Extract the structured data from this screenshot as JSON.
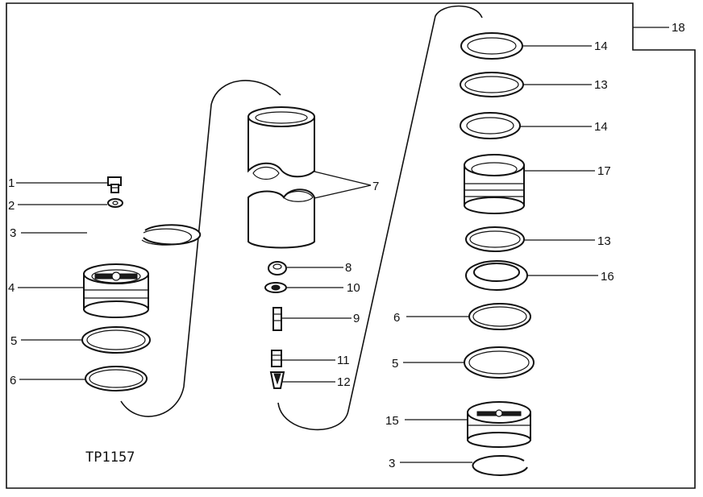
{
  "diagram": {
    "reference_code": "TP1157",
    "callouts": [
      {
        "id": "c1",
        "label": "1"
      },
      {
        "id": "c2",
        "label": "2"
      },
      {
        "id": "c3a",
        "label": "3"
      },
      {
        "id": "c4",
        "label": "4"
      },
      {
        "id": "c5a",
        "label": "5"
      },
      {
        "id": "c6a",
        "label": "6"
      },
      {
        "id": "c7",
        "label": "7"
      },
      {
        "id": "c8",
        "label": "8"
      },
      {
        "id": "c10",
        "label": "10"
      },
      {
        "id": "c9",
        "label": "9"
      },
      {
        "id": "c11",
        "label": "11"
      },
      {
        "id": "c12",
        "label": "12"
      },
      {
        "id": "c18",
        "label": "18"
      },
      {
        "id": "c14a",
        "label": "14"
      },
      {
        "id": "c13a",
        "label": "13"
      },
      {
        "id": "c14b",
        "label": "14"
      },
      {
        "id": "c17",
        "label": "17"
      },
      {
        "id": "c13b",
        "label": "13"
      },
      {
        "id": "c16",
        "label": "16"
      },
      {
        "id": "c6b",
        "label": "6"
      },
      {
        "id": "c5b",
        "label": "5"
      },
      {
        "id": "c15",
        "label": "15"
      },
      {
        "id": "c3b",
        "label": "3"
      }
    ]
  }
}
